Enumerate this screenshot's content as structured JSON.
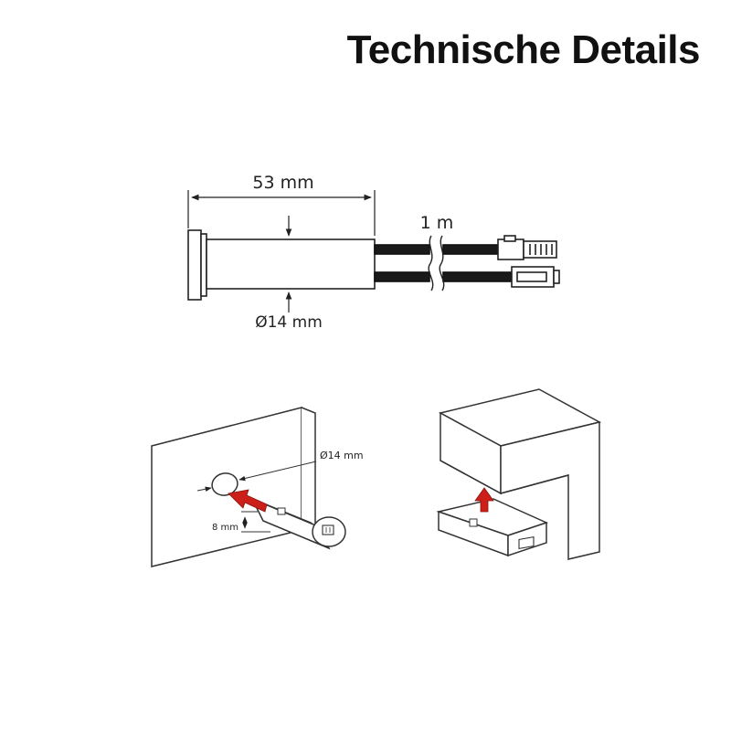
{
  "title": "Technische Details",
  "dimensions": {
    "length": "53 mm",
    "cable_length": "1 m",
    "diameter": "Ø14 mm"
  },
  "mounting_recess": {
    "hole_diameter": "Ø14 mm",
    "offset": "8 mm"
  },
  "colors": {
    "line": "#222222",
    "cable": "#1a1a1a",
    "arrow": "#cc1f1a"
  }
}
